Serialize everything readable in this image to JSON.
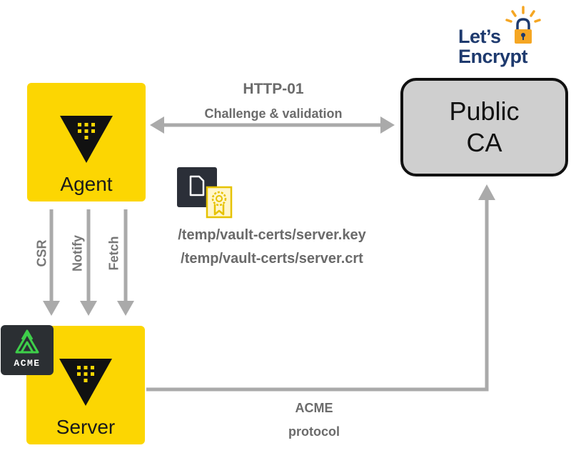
{
  "nodes": {
    "agent": {
      "label": "Agent"
    },
    "server": {
      "label": "Server"
    },
    "public_ca": {
      "line1": "Public",
      "line2": "CA"
    }
  },
  "logos": {
    "lets_encrypt": {
      "line1": "Let’s",
      "line2": "Encrypt"
    },
    "acme_badge": {
      "label": "ACME"
    }
  },
  "edges": {
    "http01": {
      "title": "HTTP-01",
      "subtitle": "Challenge & validation"
    },
    "csr": {
      "label": "CSR"
    },
    "notify": {
      "label": "Notify"
    },
    "fetch": {
      "label": "Fetch"
    },
    "acme_protocol": {
      "line1": "ACME",
      "line2": "protocol"
    }
  },
  "files": {
    "key_path": "/temp/vault-certs/server.key",
    "crt_path": "/temp/vault-certs/server.crt"
  },
  "colors": {
    "vault_yellow": "#FCD602",
    "arrow_gray": "#aaaaaa",
    "ca_gray": "#cfcfcf",
    "le_blue": "#1e3a6e",
    "le_orange": "#f5a623"
  }
}
